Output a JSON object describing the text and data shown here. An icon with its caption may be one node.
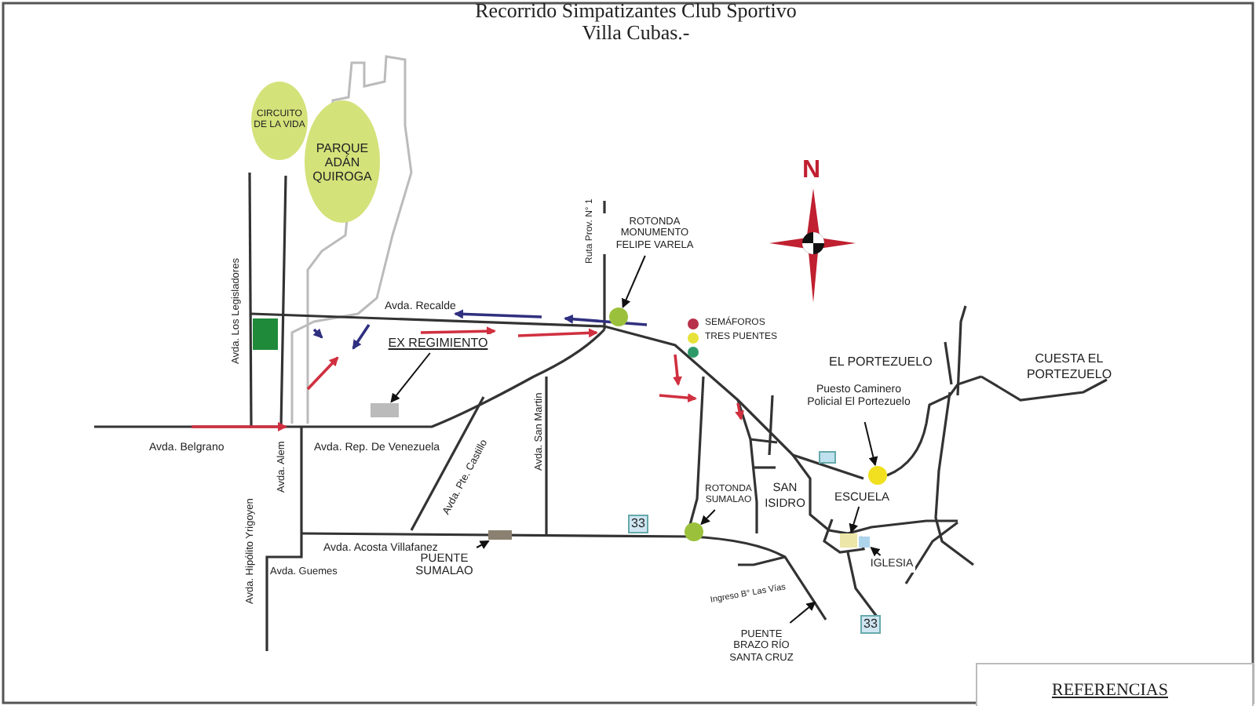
{
  "diagram": {
    "title": "Recorrido Simpatizantes Club Sportivo Villa Cubas.-",
    "nodes": [
      {
        "text": [
          "CIRCUITO DE LA VIDA"
        ]
      },
      {
        "text": [
          "PARQUE ADÁN QUIROGA"
        ]
      },
      {
        "text": [
          "ROTONDA MONUMENTO FELIPE VARELA"
        ]
      },
      {
        "text": [],
        "shape": "circle"
      },
      {
        "text": [
          "EX REGIMIENTO"
        ]
      },
      {
        "text": [],
        "shape": "box"
      },
      {
        "text": [
          "Puesto Caminero Policial El Portezuelo"
        ]
      },
      {
        "text": [],
        "shape": "circle"
      },
      {
        "text": [
          "ROTONDA SUMALAO"
        ]
      },
      {
        "text": [],
        "shape": "circle"
      },
      {
        "text": [
          "ESCUELA"
        ]
      },
      {
        "text": [],
        "shape": "box"
      },
      {
        "text": [
          "IGLESIA"
        ]
      },
      {
        "text": [],
        "shape": "box"
      },
      {
        "text": [
          "PUENTE SUMALAO"
        ]
      },
      {
        "text": [],
        "shape": "bar"
      },
      {
        "text": [
          "PUENTE BRAZO RÍO SANTA CRUZ"
        ]
      }
    ],
    "edges": [
      {
        "from": 2,
        "to": 3,
        "arrow": "to"
      },
      {
        "from": 4,
        "to": 5,
        "arrow": "to"
      },
      {
        "from": 6,
        "to": 7,
        "arrow": "to"
      },
      {
        "from": 8,
        "to": 9,
        "arrow": "to"
      },
      {
        "from": 10,
        "to": 11,
        "arrow": "to"
      },
      {
        "from": 12,
        "to": 13,
        "arrow": "to"
      },
      {
        "from": 14,
        "to": 15,
        "arrow": "to"
      },
      {
        "from": 16,
        "to": null,
        "arrow": "to"
      }
    ],
    "labels": [
      "N",
      "Avda. Recalde",
      "Avda. Los Legisladores",
      "Ruta Prov. N° 1",
      "Avda. Belgrano",
      "Avda. Rep. De Venezuela",
      "Avda. Pte. Castillo",
      "Avda. San Martin",
      "Avda. Alem",
      "Avda. Hipólito Yrigoyen",
      "Avda. Guemes",
      "Avda. Acosta Villafanez",
      "33",
      "SAN ISIDRO",
      "EL PORTEZUELO",
      "CUESTA EL PORTEZUELO",
      "Ingreso B° Las Vías",
      "33",
      "REFERENCIAS"
    ],
    "legend": [
      {
        "text": "SEMÁFOROS",
        "color": "#b8304a"
      },
      {
        "text": "TRES PUENTES",
        "color": "#e6e23a"
      }
    ]
  }
}
